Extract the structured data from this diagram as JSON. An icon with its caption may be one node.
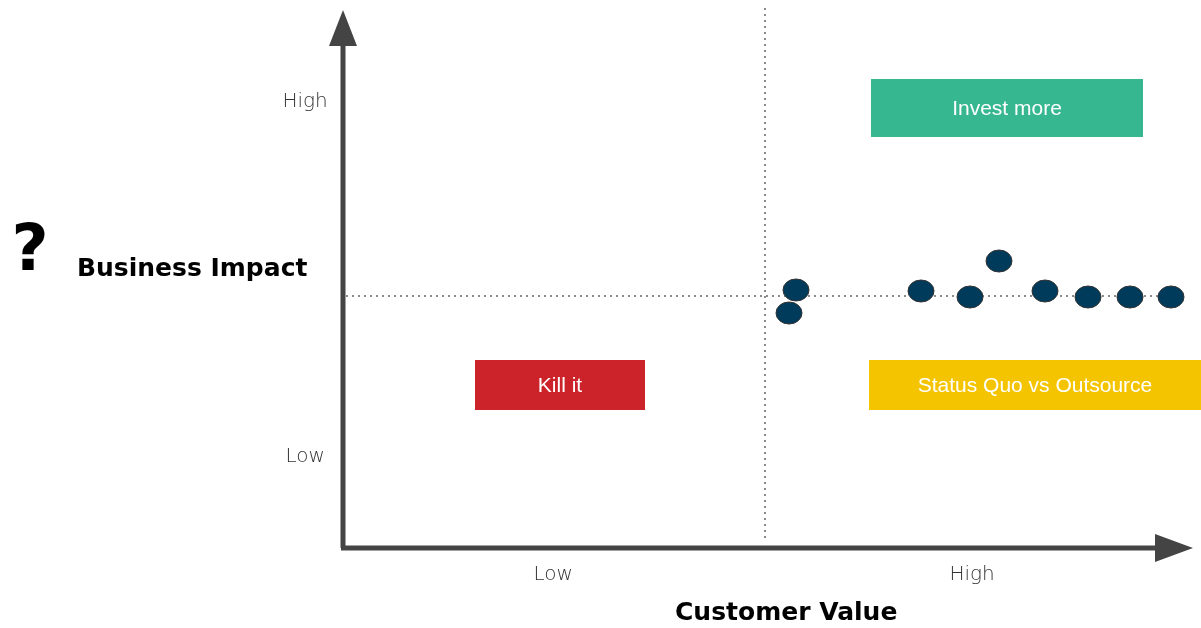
{
  "diagram": {
    "nodes": [
      {
        "text": [
          "Invest more"
        ]
      },
      {
        "text": [
          "Kill it"
        ]
      },
      {
        "text": [
          "Status Quo vs Outsource"
        ]
      }
    ],
    "edges": [],
    "labels": [
      "High",
      "?",
      "Business Impact",
      "Low",
      "Low",
      "High",
      "Customer Value"
    ]
  }
}
